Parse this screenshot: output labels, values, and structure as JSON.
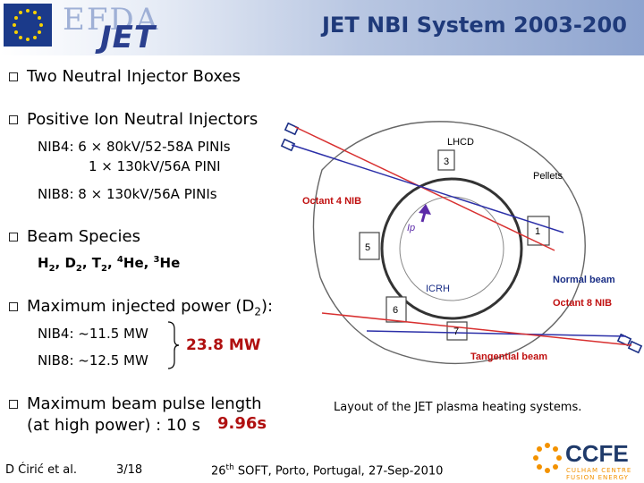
{
  "header": {
    "title": "JET NBI System 2003-200",
    "logo_efda": "EFDA",
    "logo_jet": "JET"
  },
  "bullets": {
    "b1": "Two Neutral Injector Boxes",
    "b2": "Positive Ion Neutral Injectors",
    "nib4_line1": "NIB4:  6 × 80kV/52-58A PINIs",
    "nib4_line2": "1 × 130kV/56A PINI",
    "nib8_line": "NIB8:  8 × 130kV/56A PINIs",
    "b3": "Beam Species",
    "species": "H2, D2, T2, 4He, 3He",
    "b4": "Maximum injected power (D2):",
    "nib4_power": "NIB4: ~11.5 MW",
    "nib8_power": "NIB8: ~12.5 MW",
    "total_power": "23.8 MW",
    "b5_line1": "Maximum beam pulse length",
    "b5_line2": "(at high power) : 10 s",
    "pulse_value": "9.96s"
  },
  "diagram": {
    "lhcd": "LHCD",
    "pellets": "Pellets",
    "octant4": "Octant 4 NIB",
    "octant8": "Octant 8 NIB",
    "normal_beam": "Normal beam",
    "tangential_beam": "Tangential beam",
    "icrh": "ICRH",
    "ip": "Ip",
    "oct_3": "3",
    "oct_1": "1",
    "oct_5": "5",
    "oct_6": "6",
    "oct_7": "7",
    "caption": "Layout of the JET plasma heating systems."
  },
  "footer": {
    "author": "D Ćirić et al.",
    "page": "3/18",
    "conf_num": "26",
    "conf_sup": "th",
    "conf_rest": " SOFT, Porto, Portugal, 27-Sep-2010",
    "ccfe": "CCFE",
    "ccfe_sub": "CULHAM CENTRE FUSION ENERGY"
  }
}
